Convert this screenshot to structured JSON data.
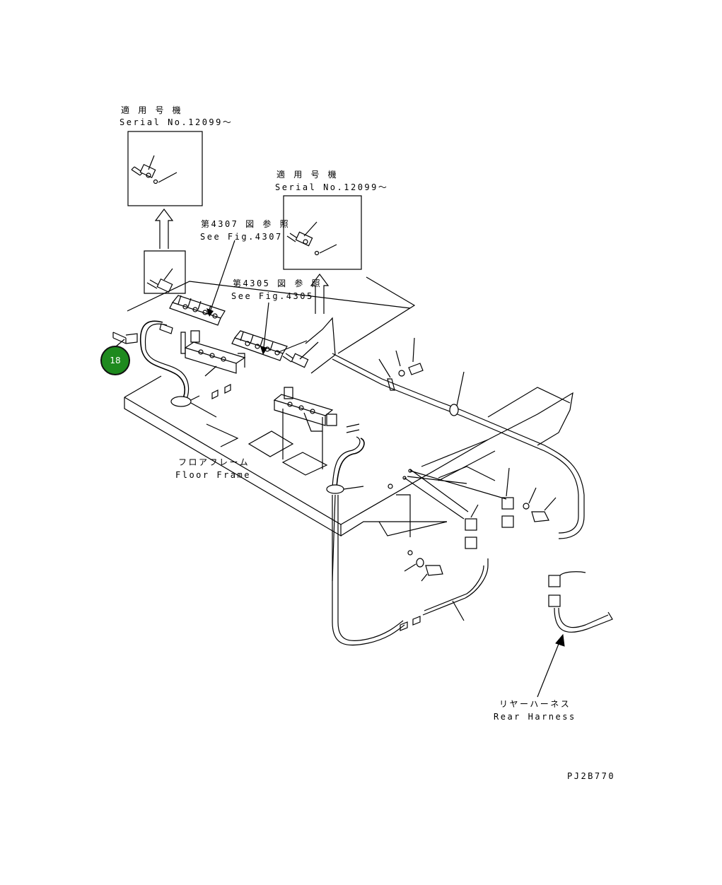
{
  "labels": {
    "top_left_jp": "適 用 号 機",
    "top_left_serial": "Serial No.12099～",
    "mid_jp": "適 用 号 機",
    "mid_serial": "Serial No.12099～",
    "fig4307_jp": "第4307 図 参 照",
    "fig4307_en": "See Fig.4307",
    "fig4305_jp": "第4305 図 参 照",
    "fig4305_en": "See Fig.4305",
    "floor_jp": "フロアフレーム",
    "floor_en": "Floor Frame",
    "rear_jp": "リヤーハーネス",
    "rear_en": "Rear Harness",
    "code": "PJ2B770"
  },
  "callouts": [
    {
      "number": "18",
      "color": "#1e8a1e"
    }
  ]
}
